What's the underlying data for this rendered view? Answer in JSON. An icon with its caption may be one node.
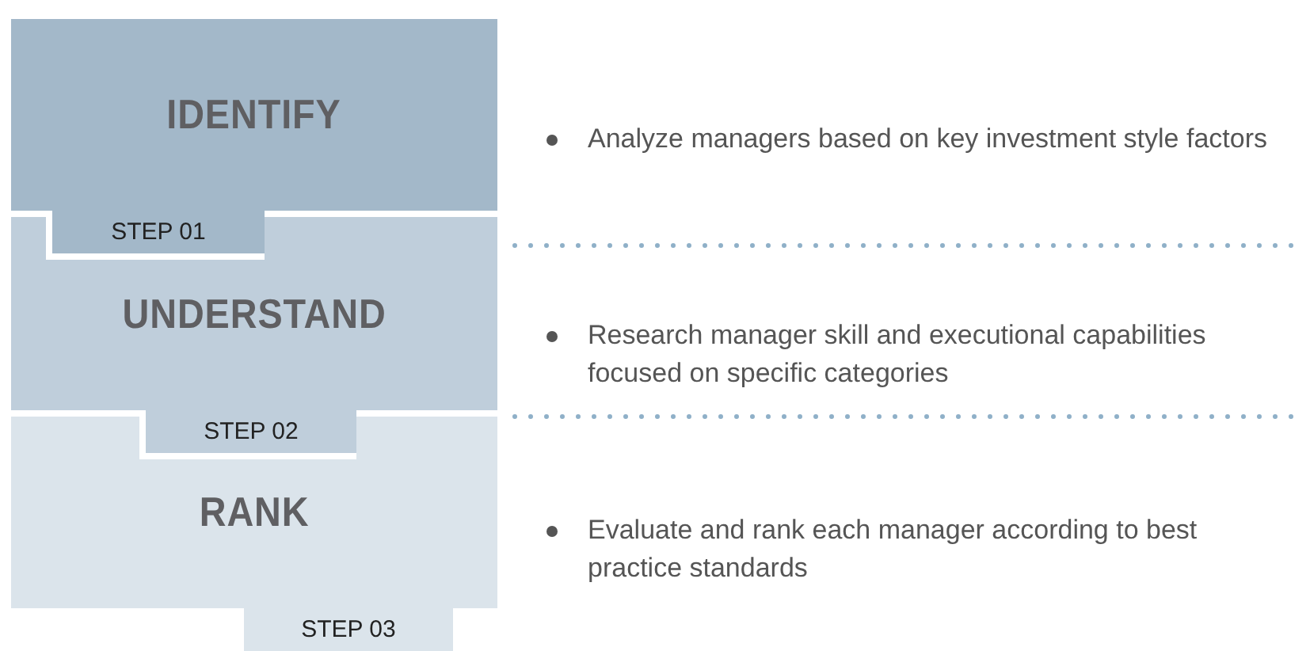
{
  "diagram": {
    "nodes": [
      {
        "text": [
          "IDENTIFY"
        ],
        "beside": [
          "STEP 01"
        ]
      },
      {
        "text": [
          "UNDERSTAND"
        ],
        "beside": [
          "STEP 02"
        ]
      },
      {
        "text": [
          "RANK"
        ],
        "beside": [
          "STEP 03"
        ]
      }
    ],
    "labels": [
      "Analyze managers based on key investment style factors",
      "Research manager skill and executional capabilities focused on specific categories",
      "Evaluate and rank each manager according to best practice standards"
    ]
  }
}
